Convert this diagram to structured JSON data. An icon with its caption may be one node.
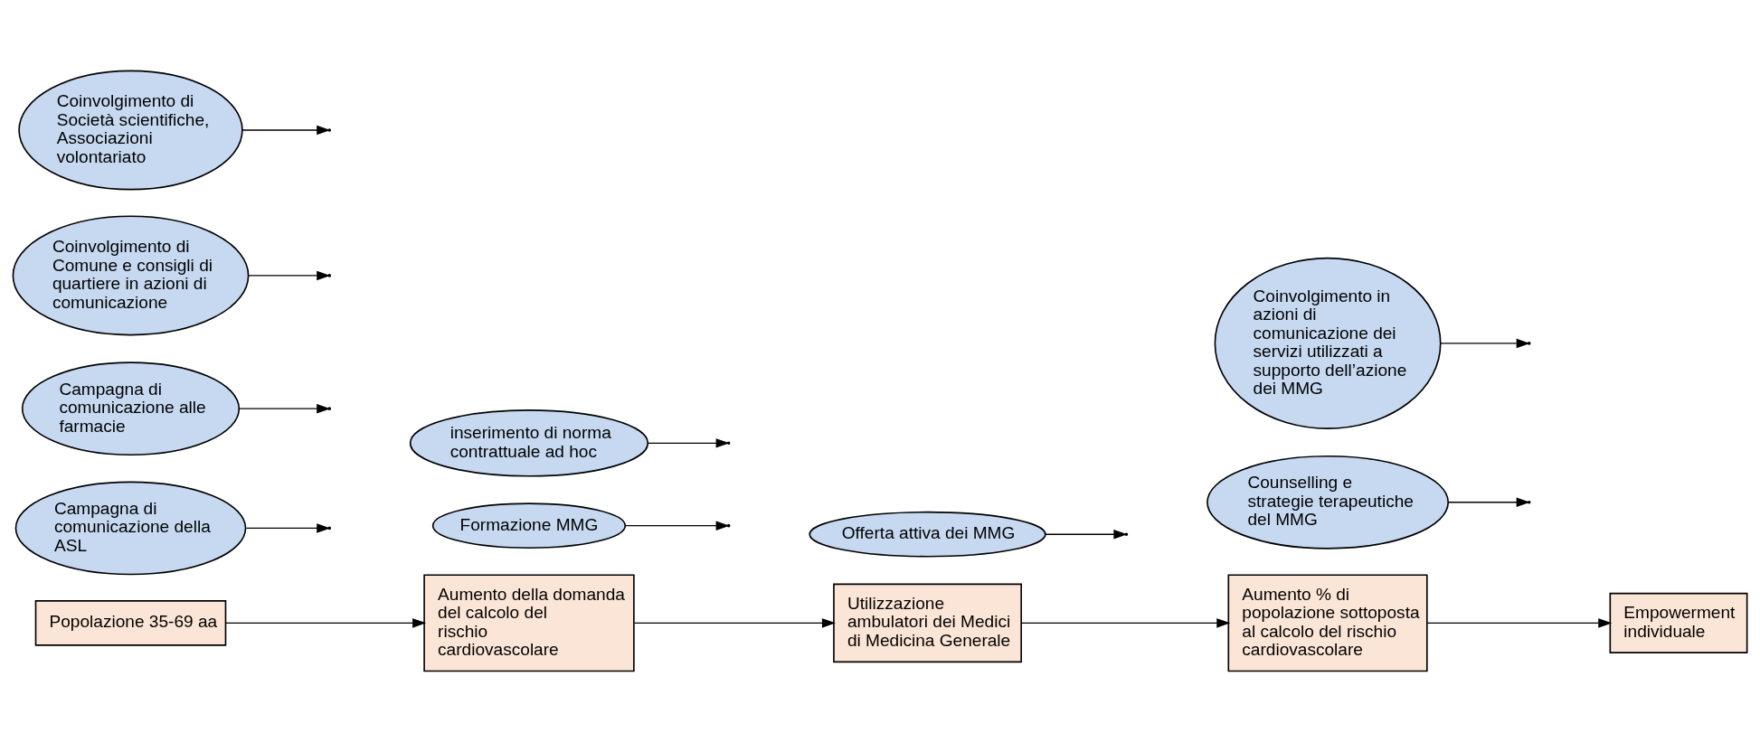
{
  "diagram": {
    "nodes": [
      {
        "text": [
          "Popolazione 35-69 aa"
        ]
      },
      {
        "text": [
          "Campagna di comunicazione della ASL"
        ]
      },
      {
        "text": [
          "Campagna di comunicazione alle farmacie"
        ]
      },
      {
        "text": [
          "Coinvolgimento di Comune e consigli di quartiere in azioni di comunicazione"
        ]
      },
      {
        "text": [
          "Coinvolgimento di Società scientifiche, Associazioni volontariato"
        ]
      },
      {
        "text": [
          "Aumento della domanda del calcolo del rischio cardiovascolare"
        ]
      },
      {
        "text": [
          "Formazione MMG"
        ]
      },
      {
        "text": [
          "inserimento di norma contrattuale ad hoc"
        ]
      },
      {
        "text": [
          "Utilizzazione ambulatori dei Medici di Medicina Generale"
        ]
      },
      {
        "text": [
          "Offerta attiva dei MMG"
        ]
      },
      {
        "text": [
          "Aumento % di popolazione sottoposta al calcolo del rischio cardiovascolare"
        ]
      },
      {
        "text": [
          "Counselling e strategie terapeutiche del MMG"
        ]
      },
      {
        "text": [
          "Empowerment individuale"
        ]
      },
      {
        "text": [
          "Coinvolgimento in azioni di comunicazione dei servizi utilizzati a supporto dell’azione dei MMG"
        ]
      }
    ],
    "edges": [
      {
        "from": 0,
        "to": 5,
        "arrow": "to"
      },
      {
        "from": 5,
        "to": 8,
        "arrow": "to"
      },
      {
        "from": 8,
        "to": 10,
        "arrow": "to"
      },
      {
        "from": 10,
        "to": 12,
        "arrow": "to"
      },
      {
        "from": 1,
        "to": null,
        "arrow": "to"
      },
      {
        "from": 2,
        "to": null,
        "arrow": "to"
      },
      {
        "from": 3,
        "to": null,
        "arrow": "to"
      },
      {
        "from": 4,
        "to": null,
        "arrow": "to"
      },
      {
        "from": 6,
        "to": null,
        "arrow": "to"
      },
      {
        "from": 7,
        "to": null,
        "arrow": "to"
      },
      {
        "from": 9,
        "to": null,
        "arrow": "to"
      },
      {
        "from": 11,
        "to": null,
        "arrow": "to"
      },
      {
        "from": 13,
        "to": null,
        "arrow": "to"
      }
    ]
  }
}
